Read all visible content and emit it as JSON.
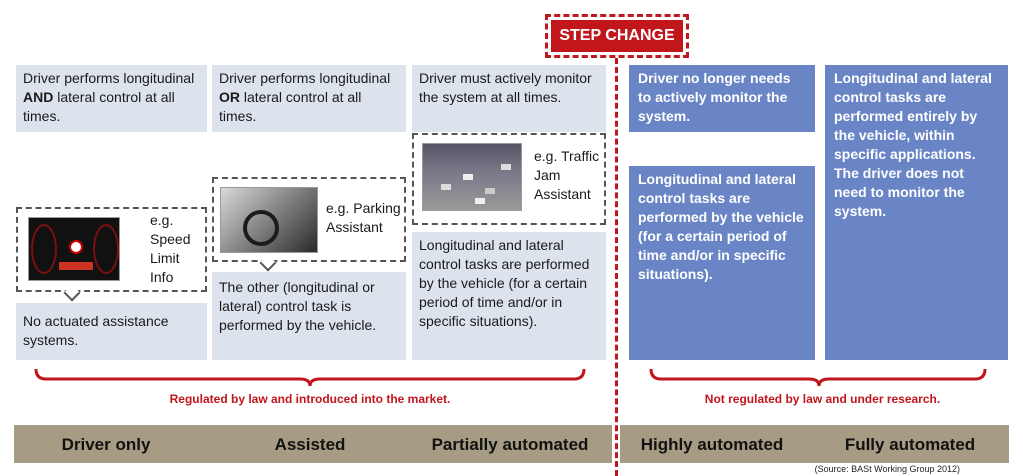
{
  "step_change": "STEP CHANGE",
  "levels": [
    {
      "label": "Driver only"
    },
    {
      "label": "Assisted"
    },
    {
      "label": "Partially automated"
    },
    {
      "label": "Highly automated"
    },
    {
      "label": "Fully automated"
    }
  ],
  "top_boxes": {
    "driver_only_pre": "Driver performs longitudinal ",
    "driver_only_bold": "AND",
    "driver_only_post": " lateral control at all times.",
    "assisted_pre": "Driver performs longitudinal ",
    "assisted_bold": "OR",
    "assisted_post": " lateral control at all times.",
    "partial": "Driver must actively monitor the system at all times.",
    "high": "Driver no longer needs to actively monitor the system.",
    "full": "Longitudinal and lateral control  tasks are performed entirely by the vehicle, within specific applications. The driver does not need to monitor the system."
  },
  "examples": {
    "speed_limit": "e.g. Speed Limit Info",
    "parking": "e.g. Parking Assistant",
    "traffic_jam": "e.g. Traffic Jam Assistant"
  },
  "bottom_boxes": {
    "driver_only": "No actuated assistance systems.",
    "assisted": "The other (longitudinal or lateral) control task is performed by the vehicle.",
    "partial": "Longitudinal and lateral control tasks are performed by the vehicle (for a certain period of time and/or in specific situations).",
    "high": "Longitudinal and lateral control  tasks are performed by the vehicle (for a certain period of time and/or in specific situations)."
  },
  "brackets": {
    "left": "Regulated by law and introduced into the market.",
    "right": "Not regulated by law and under research."
  },
  "source": "(Source: BASt Working Group 2012)",
  "colors": {
    "red": "#c0161c",
    "light_box": "#dce3ed",
    "blue_box": "#6a85c6",
    "bar": "#a59c83"
  }
}
